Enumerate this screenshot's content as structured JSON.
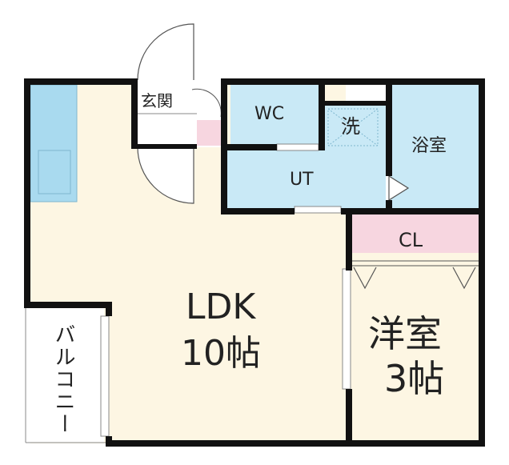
{
  "floorplan": {
    "rooms": {
      "genkan": "玄関",
      "wc": "WC",
      "sentaku": "洗",
      "yokushitsu": "浴室",
      "ut": "UT",
      "cl": "CL",
      "ldk_name": "LDK",
      "ldk_size": "10帖",
      "youshitsu_name": "洋室",
      "youshitsu_size": "3帖",
      "balcony": "バルコニー"
    },
    "colors": {
      "wall": "#111111",
      "ldk_floor": "#fdf6e3",
      "water_room": "#c9e9f6",
      "closet": "#f7d6e0",
      "kitchen_counter": "#a9daef",
      "door_line": "#888888"
    }
  }
}
